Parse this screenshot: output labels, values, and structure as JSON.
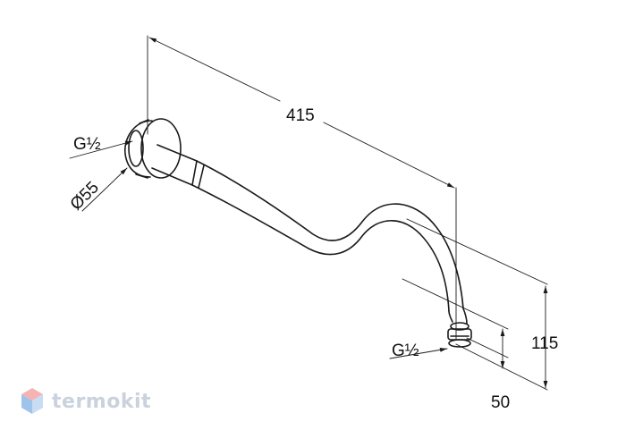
{
  "dimensions": {
    "length": "415",
    "height_total": "115",
    "height_outlet": "50",
    "flange_diameter": "Ø55"
  },
  "connections": {
    "inlet_thread": "G½",
    "outlet_thread": "G½"
  },
  "watermark": {
    "brand": "termokit"
  }
}
